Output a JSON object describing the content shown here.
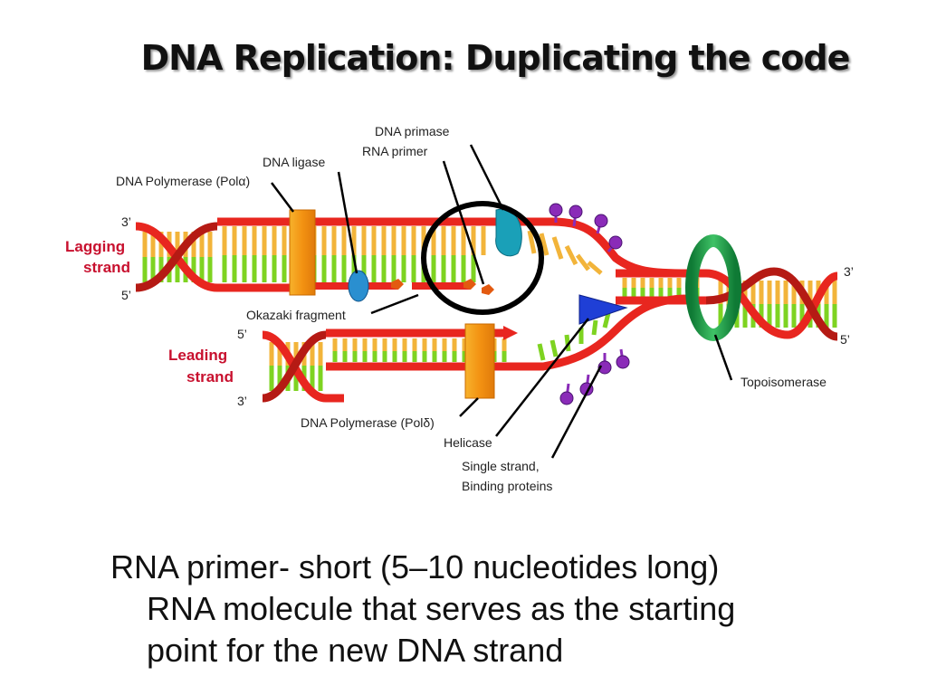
{
  "slide": {
    "title": "DNA Replication:  Duplicating the code",
    "caption_line1": "RNA primer- short (5–10 nucleotides long)",
    "caption_line2": "RNA molecule that serves as the starting",
    "caption_line3": "point for the new DNA strand"
  },
  "diagram": {
    "labels": {
      "dna_primase": "DNA primase",
      "rna_primer": "RNA primer",
      "dna_ligase": "DNA ligase",
      "dna_polymerase_alpha": "DNA Polymerase (Polα)",
      "okazaki_fragment": "Okazaki fragment",
      "dna_polymerase_delta": "DNA Polymerase (Polδ)",
      "helicase": "Helicase",
      "ssb_line1": "Single strand,",
      "ssb_line2": "Binding proteins",
      "topoisomerase": "Topoisomerase",
      "lagging_1": "Lagging",
      "lagging_2": "strand",
      "leading_1": "Leading",
      "leading_2": "strand",
      "end_lag_top": "3’",
      "end_lag_bottom": "5’",
      "end_lead_top": "5’",
      "end_lead_bottom": "3’",
      "end_right_top": "3’",
      "end_right_bottom": "5’"
    },
    "colors": {
      "backbone": "#e8261f",
      "base_yellow": "#f2b43a",
      "base_green": "#7ed321",
      "polymerase": "#f5a21b",
      "primase": "#1aa0b8",
      "ligase": "#2a8fd0",
      "helicase": "#1f3fd6",
      "topoisomerase": "#1f9e4a",
      "ssb": "#8a2bb8",
      "circle": "#000000"
    }
  }
}
